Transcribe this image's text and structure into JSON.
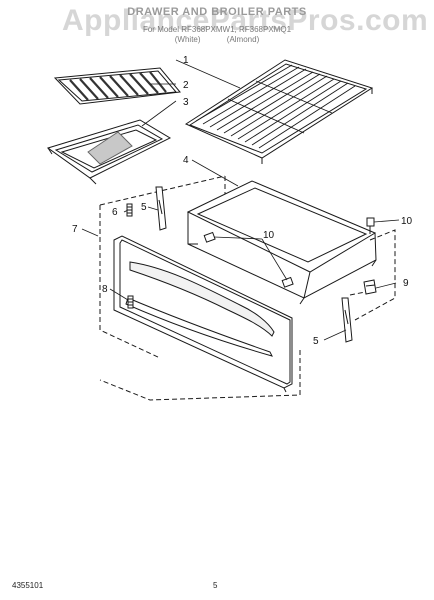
{
  "header": {
    "watermark": "AppliancePartsPros.com",
    "title": "DRAWER AND BROILER PARTS",
    "model_line": "For Model RF368PXMW1, RF368PXMQ1",
    "variant_white": "(White)",
    "variant_almond": "(Almond)"
  },
  "callouts": [
    {
      "id": "1"
    },
    {
      "id": "2"
    },
    {
      "id": "3"
    },
    {
      "id": "4"
    },
    {
      "id": "5"
    },
    {
      "id": "6"
    },
    {
      "id": "7"
    },
    {
      "id": "8"
    },
    {
      "id": "5"
    },
    {
      "id": "9"
    },
    {
      "id": "10"
    },
    {
      "id": "10"
    }
  ],
  "footer": {
    "part_number": "4355101",
    "page_number": "5"
  },
  "colors": {
    "line": "#1a1a1a",
    "watermark": "#b4b4b4"
  }
}
